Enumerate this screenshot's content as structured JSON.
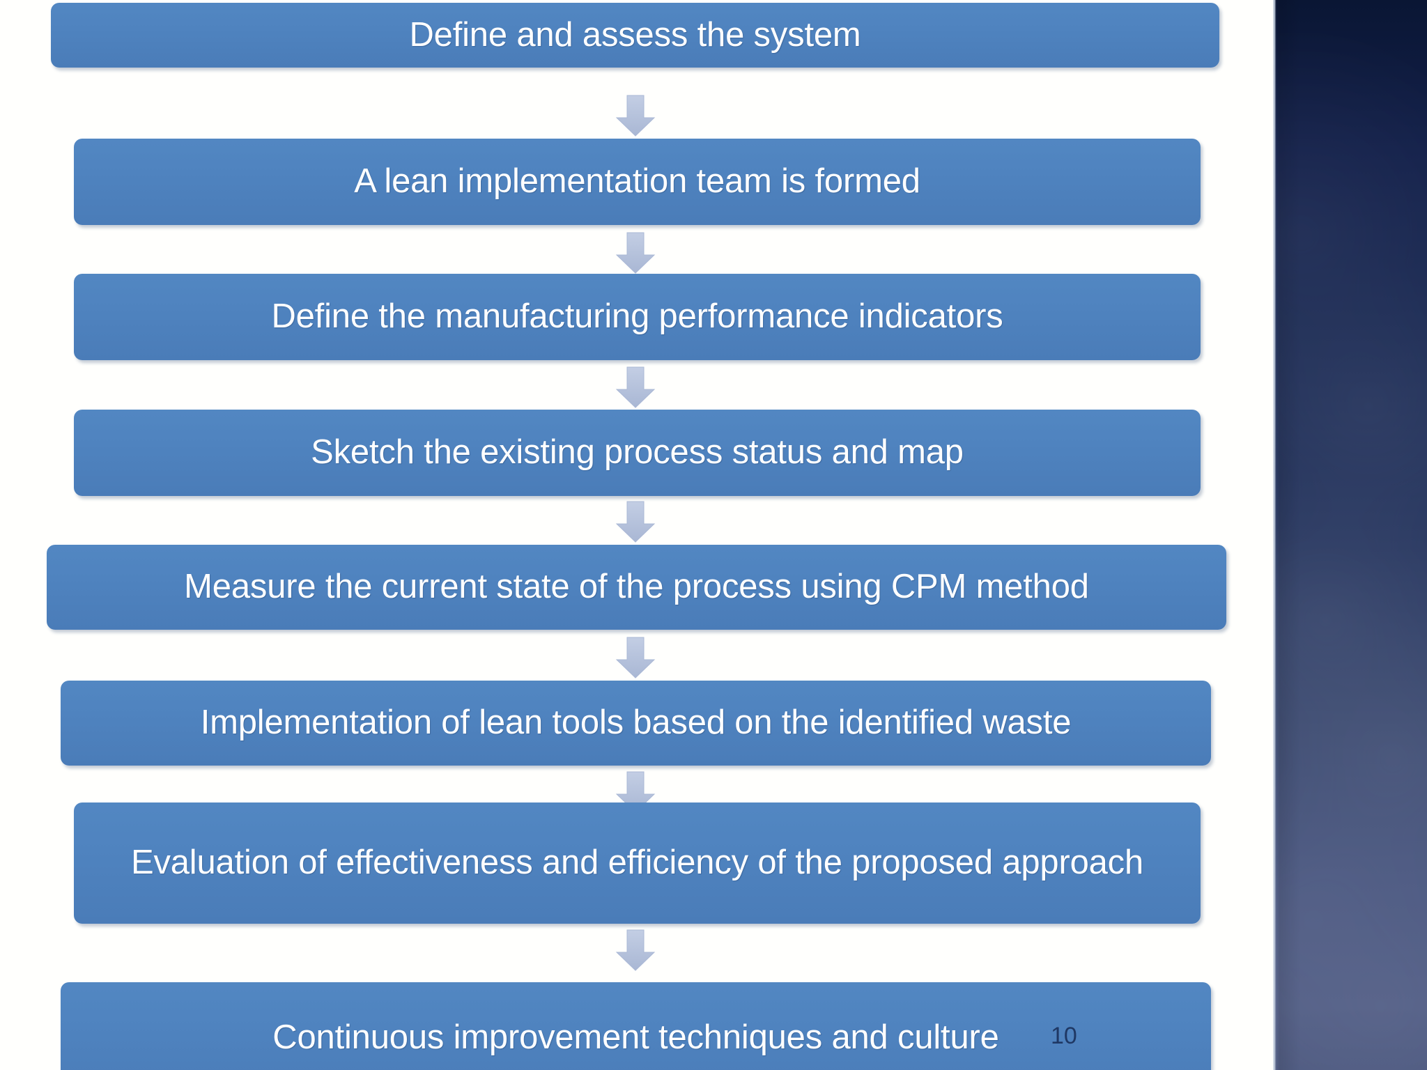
{
  "slide": {
    "page_number": "10",
    "background_color": "#fffffd",
    "box_color": "#4f81bd",
    "box_text_color": "#ffffff",
    "arrow_color": "#b5c2dc",
    "side_band_top_color": "#0a1634",
    "side_band_bottom_color": "#4d5980"
  },
  "flow": {
    "steps": [
      {
        "label": "Define and assess the system"
      },
      {
        "label": "A  lean implementation team is formed"
      },
      {
        "label": "Define the manufacturing performance indicators"
      },
      {
        "label": "Sketch the existing process status and map"
      },
      {
        "label": "Measure the current state of the process using CPM method"
      },
      {
        "label": "Implementation of lean tools based on the identified waste"
      },
      {
        "label": "Evaluation of effectiveness and efficiency of the proposed approach"
      },
      {
        "label": "Continuous improvement techniques and culture"
      }
    ],
    "connector_icon": "down-arrow-icon",
    "connector_count": 7
  }
}
